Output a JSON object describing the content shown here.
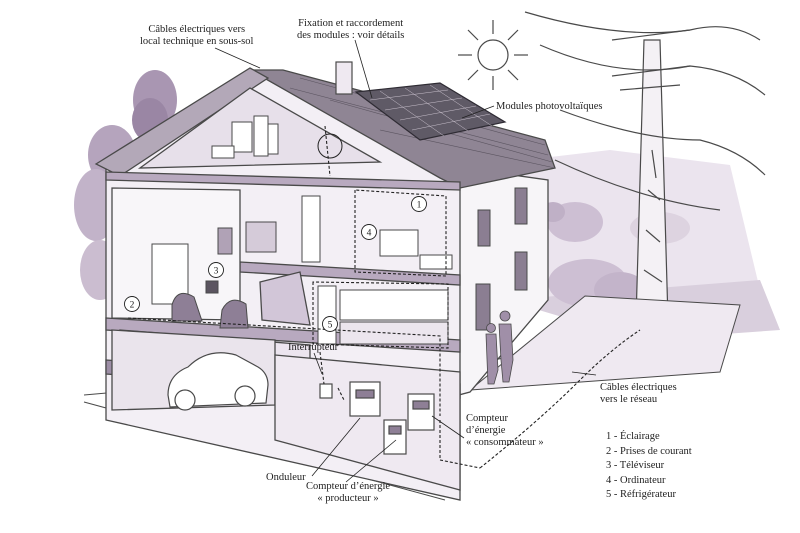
{
  "labels": {
    "cables_local_l1": "Câbles électriques vers",
    "cables_local_l2": "local technique en sous-sol",
    "fixation_l1": "Fixation et raccordement",
    "fixation_l2": "des modules : voir détails",
    "modules": "Modules photovoltaïques",
    "interrupteur": "Interrupteur",
    "onduleur": "Onduleur",
    "compteur_prod_l1": "Compteur d’énergie",
    "compteur_prod_l2": "« producteur »",
    "compteur_cons_l1": "Compteur",
    "compteur_cons_l2": "d’énergie",
    "compteur_cons_l3": "« consommateur »",
    "cables_reseau_l1": "Câbles électriques",
    "cables_reseau_l2": "vers le réseau"
  },
  "markers": [
    "1",
    "2",
    "3",
    "4",
    "5"
  ],
  "legend": [
    "1 - Éclairage",
    "2 - Prises de courant",
    "3 - Téléviseur",
    "4 - Ordinateur",
    "5 - Réfrigérateur"
  ],
  "colors": {
    "ink": "#4a4a4a",
    "mauve": "#b8a9bf",
    "mauve_light": "#ddd3e0",
    "mauve_dark": "#7d6a86",
    "roof": "#8a7f8e",
    "panel": "#5f5a66",
    "wall": "#f6f3f7"
  }
}
